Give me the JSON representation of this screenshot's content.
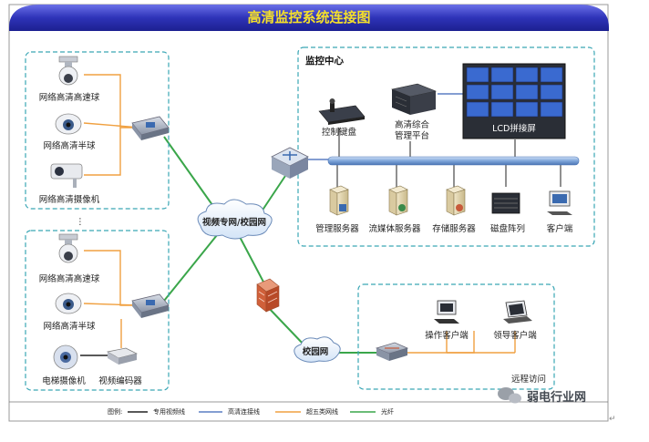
{
  "title": "高清监控系统连接图",
  "colors": {
    "title_bar": "#3a3fc4",
    "title_text": "#f5e02a",
    "dedicated_video": "#222222",
    "hd_link": "#5b7fc4",
    "cat5e": "#f0a040",
    "fiber": "#3aa64a",
    "dashed_border": "#3aa6b5"
  },
  "cameras_group_1": {
    "speed_dome": "网络高清高速球",
    "half_dome": "网络高清半球",
    "bullet": "网络高清摄像机"
  },
  "ellipsis": "⋮",
  "cameras_group_2": {
    "speed_dome": "网络高清高速球",
    "half_dome": "网络高清半球",
    "elevator_cam": "电梯摄像机",
    "encoder": "视频编码器"
  },
  "network_cloud": "视频专网/校园网",
  "campus_cloud": "校园网",
  "monitor_center": {
    "title": "监控中心",
    "keyboard": "控制键盘",
    "platform_line1": "高清综合",
    "platform_line2": "管理平台",
    "lcd": "LCD拼接屏",
    "servers": [
      "管理服务器",
      "流媒体服务器",
      "存储服务器",
      "磁盘阵列",
      "客户端"
    ]
  },
  "remote": {
    "operator_client": "操作客户端",
    "leader_client": "领导客户端",
    "label": "远程访问"
  },
  "legend": {
    "prefix": "图例:",
    "items": [
      "专用视频线",
      "高清连接线",
      "超五类网线",
      "光纤"
    ]
  },
  "watermark": "弱电行业网"
}
